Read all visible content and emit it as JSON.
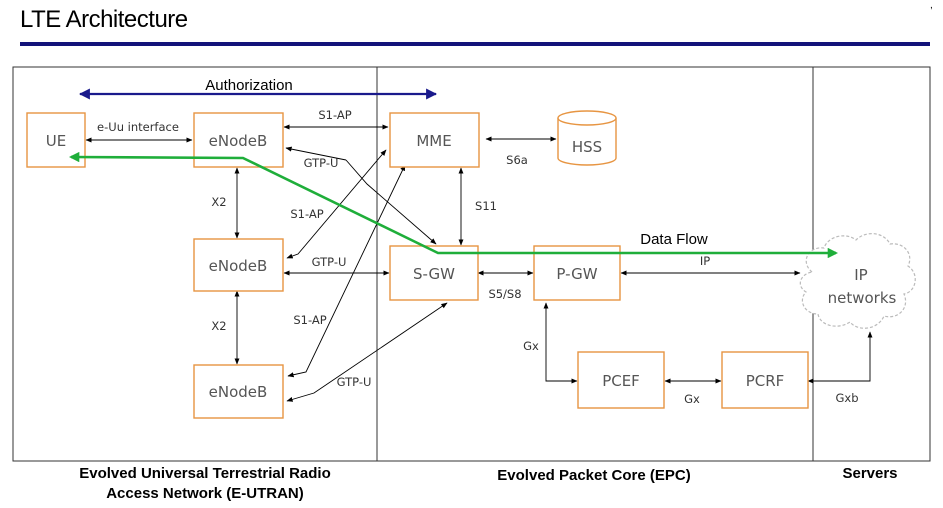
{
  "page": {
    "title": "LTE Architecture"
  },
  "nodes": {
    "ue": "UE",
    "enodeb_1": "eNodeB",
    "enodeb_2": "eNodeB",
    "enodeb_3": "eNodeB",
    "mme": "MME",
    "hss": "HSS",
    "sgw": "S-GW",
    "pgw": "P-GW",
    "pcef": "PCEF",
    "pcrf": "PCRF",
    "ip_networks_line1": "IP",
    "ip_networks_line2": "networks"
  },
  "labels": {
    "authorization": "Authorization",
    "euu": "e-Uu interface",
    "s1ap_top": "S1-AP",
    "gtpu_top": "GTP-U",
    "s6a": "S6a",
    "x2_top": "X2",
    "s1ap_mid": "S1-AP",
    "s11": "S11",
    "data_flow": "Data Flow",
    "ip": "IP",
    "gtpu_mid": "GTP-U",
    "s5s8": "S5/S8",
    "x2_bottom": "X2",
    "s1ap_bottom": "S1-AP",
    "gx_left": "Gx",
    "gtpu_bottom": "GTP-U",
    "gx_bottom": "Gx",
    "gxb": "Gxb"
  },
  "sections": {
    "eutran_line1": "Evolved Universal Terrestrial Radio",
    "eutran_line2": "Access Network (E-UTRAN)",
    "epc": "Evolved Packet Core (EPC)",
    "servers": "Servers"
  },
  "colors": {
    "title_rule": "#13137a",
    "box_border": "#e79542",
    "authorization_arrow": "#1a1a8c",
    "data_flow": "#1fae3a"
  }
}
